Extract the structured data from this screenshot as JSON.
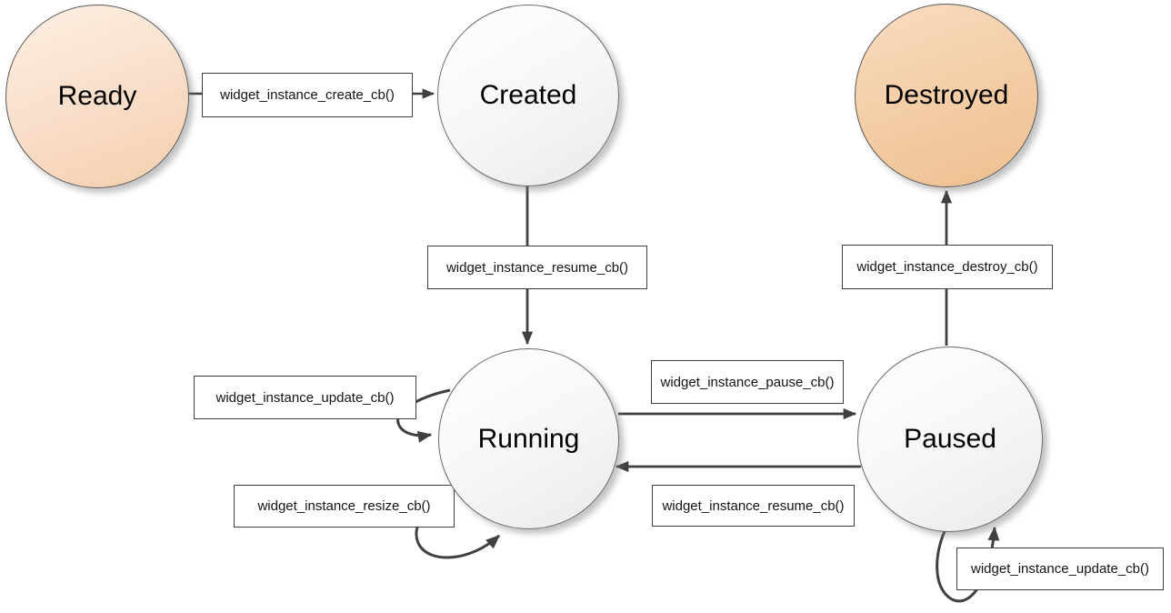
{
  "states": [
    {
      "id": "ready",
      "label": "Ready"
    },
    {
      "id": "created",
      "label": "Created"
    },
    {
      "id": "destroyed",
      "label": "Destroyed"
    },
    {
      "id": "running",
      "label": "Running"
    },
    {
      "id": "paused",
      "label": "Paused"
    }
  ],
  "transitions": [
    {
      "label": "widget_instance_create_cb()",
      "from": "Ready",
      "to": "Created"
    },
    {
      "label": "widget_instance_resume_cb()",
      "from": "Created",
      "to": "Running"
    },
    {
      "label": "widget_instance_pause_cb()",
      "from": "Running",
      "to": "Paused"
    },
    {
      "label": "widget_instance_resume_cb()",
      "from": "Paused",
      "to": "Running"
    },
    {
      "label": "widget_instance_destroy_cb()",
      "from": "Paused",
      "to": "Destroyed"
    },
    {
      "label": "widget_instance_update_cb()",
      "from": "Running",
      "to": "Running"
    },
    {
      "label": "widget_instance_resize_cb()",
      "from": "Running",
      "to": "Running"
    },
    {
      "label": "widget_instance_update_cb()",
      "from": "Paused",
      "to": "Paused"
    }
  ],
  "colors": {
    "arrow": "#404040",
    "label_box_border": "#3f3f3f",
    "label_box_fill": "#ffffff",
    "state_gray_fill": "#f4f4f4",
    "state_peach_light_fill": "#f9ddc8",
    "state_peach_dark_fill": "#f3cca4",
    "state_border_gray": "#6b6b6b",
    "text": "#000000"
  }
}
